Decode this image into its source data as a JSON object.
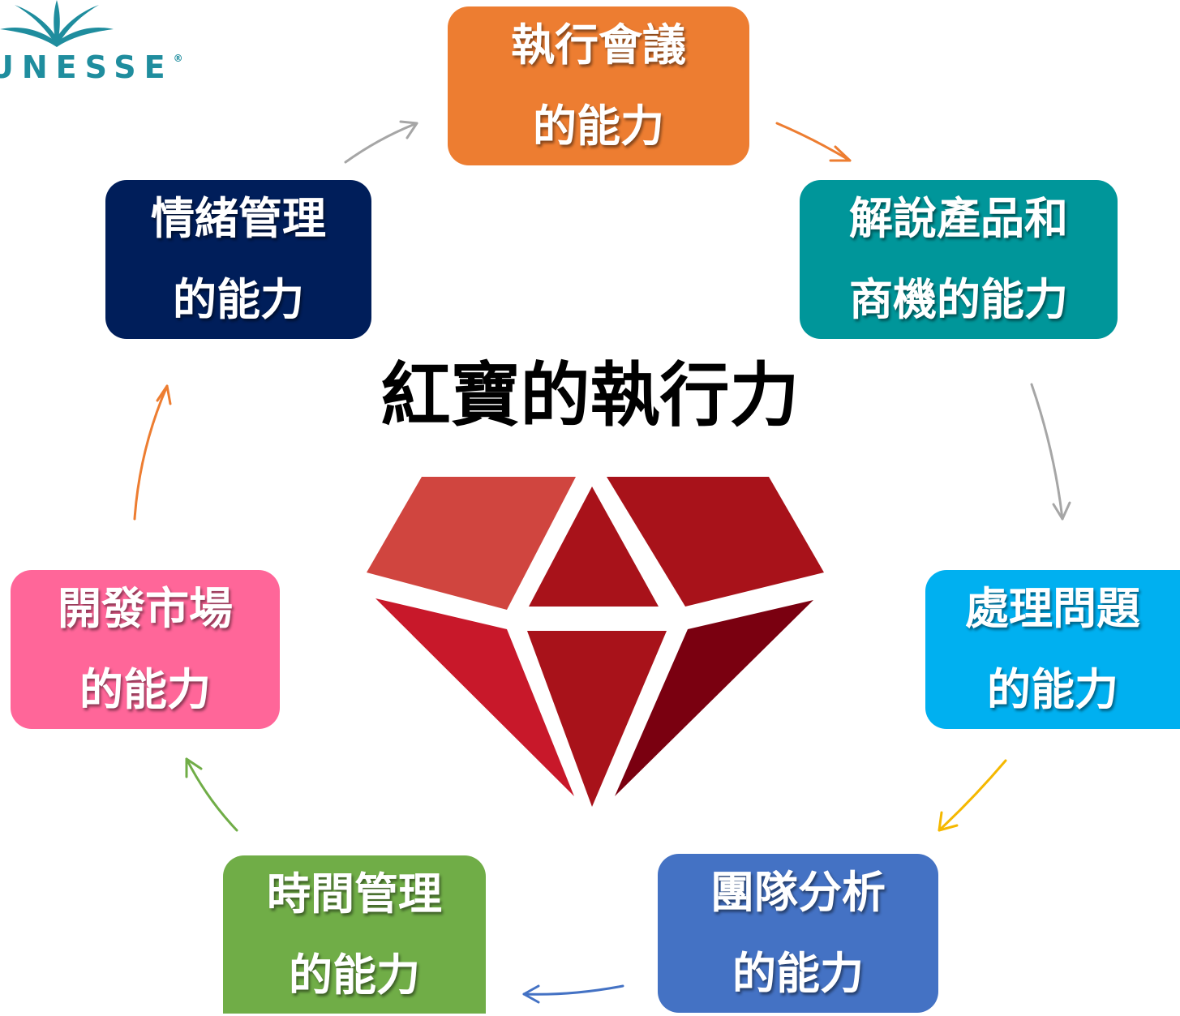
{
  "logo": {
    "text": "UNESSE",
    "registered": "®",
    "color": "#1f8d9e"
  },
  "title": "紅寶的執行力",
  "nodes": [
    {
      "id": "meeting",
      "line1": "執行會議",
      "line2": "的能力",
      "color": "#ed7d31"
    },
    {
      "id": "explain",
      "line1": "解說產品和",
      "line2": "商機的能力",
      "color": "#00969a"
    },
    {
      "id": "problem",
      "line1": "處理問題",
      "line2": "的能力",
      "color": "#00b0f0"
    },
    {
      "id": "team",
      "line1": "團隊分析",
      "line2": "的能力",
      "color": "#4472c4"
    },
    {
      "id": "time",
      "line1": "時間管理",
      "line2": "的能力",
      "color": "#70ad47"
    },
    {
      "id": "market",
      "line1": "開發市場",
      "line2": "的能力",
      "color": "#ff6699"
    },
    {
      "id": "emotion",
      "line1": "情緒管理",
      "line2": "的能力",
      "color": "#001e5a"
    }
  ],
  "arrow_colors": {
    "meeting_to_explain": "#ed7d31",
    "explain_to_problem": "#a6a6a6",
    "problem_to_team": "#f5b800",
    "team_to_time": "#4472c4",
    "time_to_market": "#70ad47",
    "market_to_emotion": "#ed7d31",
    "emotion_to_meeting": "#a6a6a6"
  },
  "gem_colors": {
    "top_left": "#d0453f",
    "top_middle": "#a8121a",
    "top_right": "#a8121a",
    "bottom_left": "#c8182a",
    "bottom_middle": "#a8121a",
    "bottom_right": "#7a0010"
  }
}
